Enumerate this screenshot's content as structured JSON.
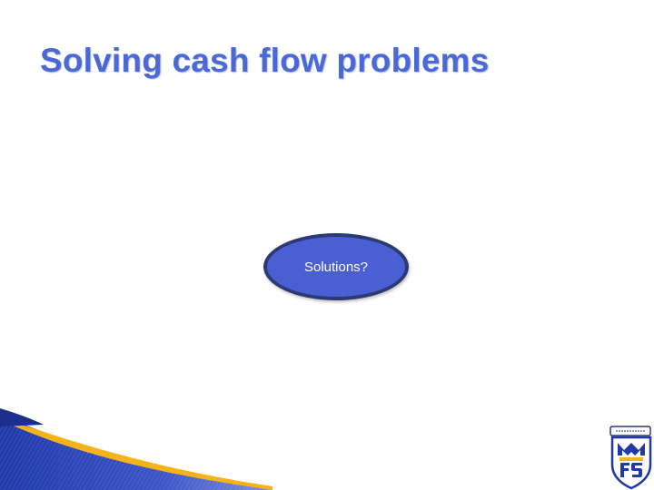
{
  "slide": {
    "title": "Solving cash flow problems"
  },
  "diagram": {
    "node_label": "Solutions?"
  },
  "logo": {
    "name": "logo-crest"
  },
  "colors": {
    "title": "#4a68d6",
    "node_fill": "#4a5fd1",
    "node_border": "#2b3a73",
    "corner_blue": "#2b43b8",
    "corner_gold": "#f5b21b"
  }
}
